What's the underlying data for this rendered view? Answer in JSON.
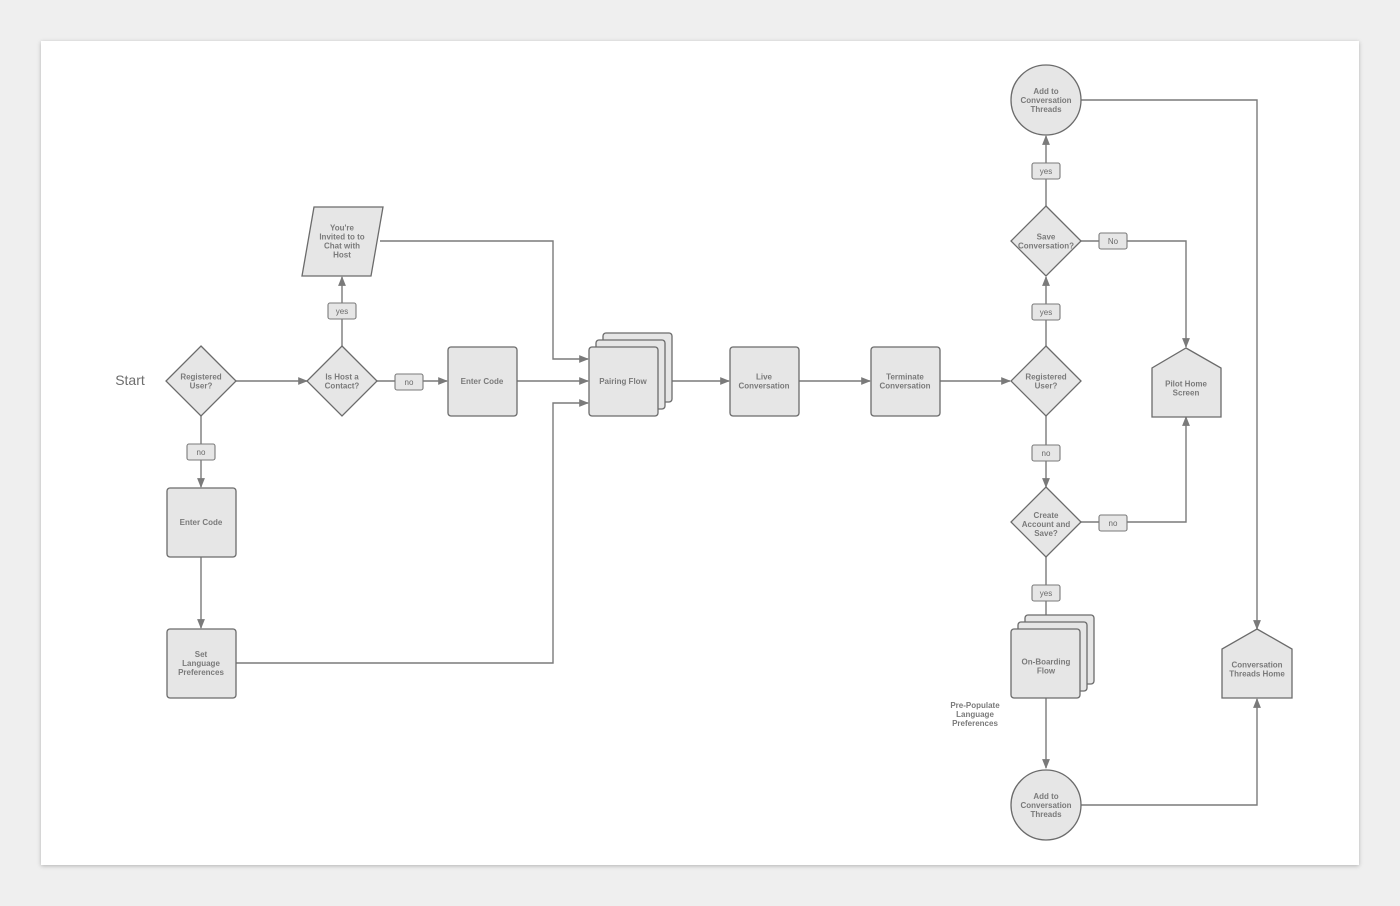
{
  "start_label": "Start",
  "nodes": {
    "registered_user_1": [
      "Registered",
      "User?"
    ],
    "is_host_contact": [
      "Is Host a",
      "Contact?"
    ],
    "invited": [
      "You're",
      "Invited to to",
      "Chat with",
      "Host"
    ],
    "enter_code_1": [
      "Enter Code"
    ],
    "enter_code_2": [
      "Enter Code"
    ],
    "set_language": [
      "Set",
      "Language",
      "Preferences"
    ],
    "pairing_flow": [
      "Pairing Flow"
    ],
    "live_conversation": [
      "Live",
      "Conversation"
    ],
    "terminate_conversation": [
      "Terminate",
      "Conversation"
    ],
    "registered_user_2": [
      "Registered",
      "User?"
    ],
    "save_conversation": [
      "Save",
      "Conversation?"
    ],
    "add_threads_top": [
      "Add to",
      "Conversation",
      "Threads"
    ],
    "pilot_home": [
      "Pilot Home",
      "Screen"
    ],
    "create_account": [
      "Create",
      "Account and",
      "Save?"
    ],
    "onboarding_flow": [
      "On-Boarding",
      "Flow"
    ],
    "add_threads_bottom": [
      "Add to",
      "Conversation",
      "Threads"
    ],
    "threads_home": [
      "Conversation",
      "Threads Home"
    ]
  },
  "edge_labels": {
    "no_registered_1": "no",
    "yes_host": "yes",
    "no_host": "no",
    "yes_registered_2": "yes",
    "yes_save": "yes",
    "no_save": "No",
    "no_registered_2": "no",
    "no_create": "no",
    "yes_create": "yes"
  },
  "annotation": [
    "Pre-Populate",
    "Language",
    "Preferences"
  ],
  "colors": {
    "page_bg": "#efefef",
    "canvas_bg": "#ffffff",
    "shape_fill": "#e6e6e6",
    "stroke": "#6b6b6b",
    "text": "#7a7a7a"
  }
}
